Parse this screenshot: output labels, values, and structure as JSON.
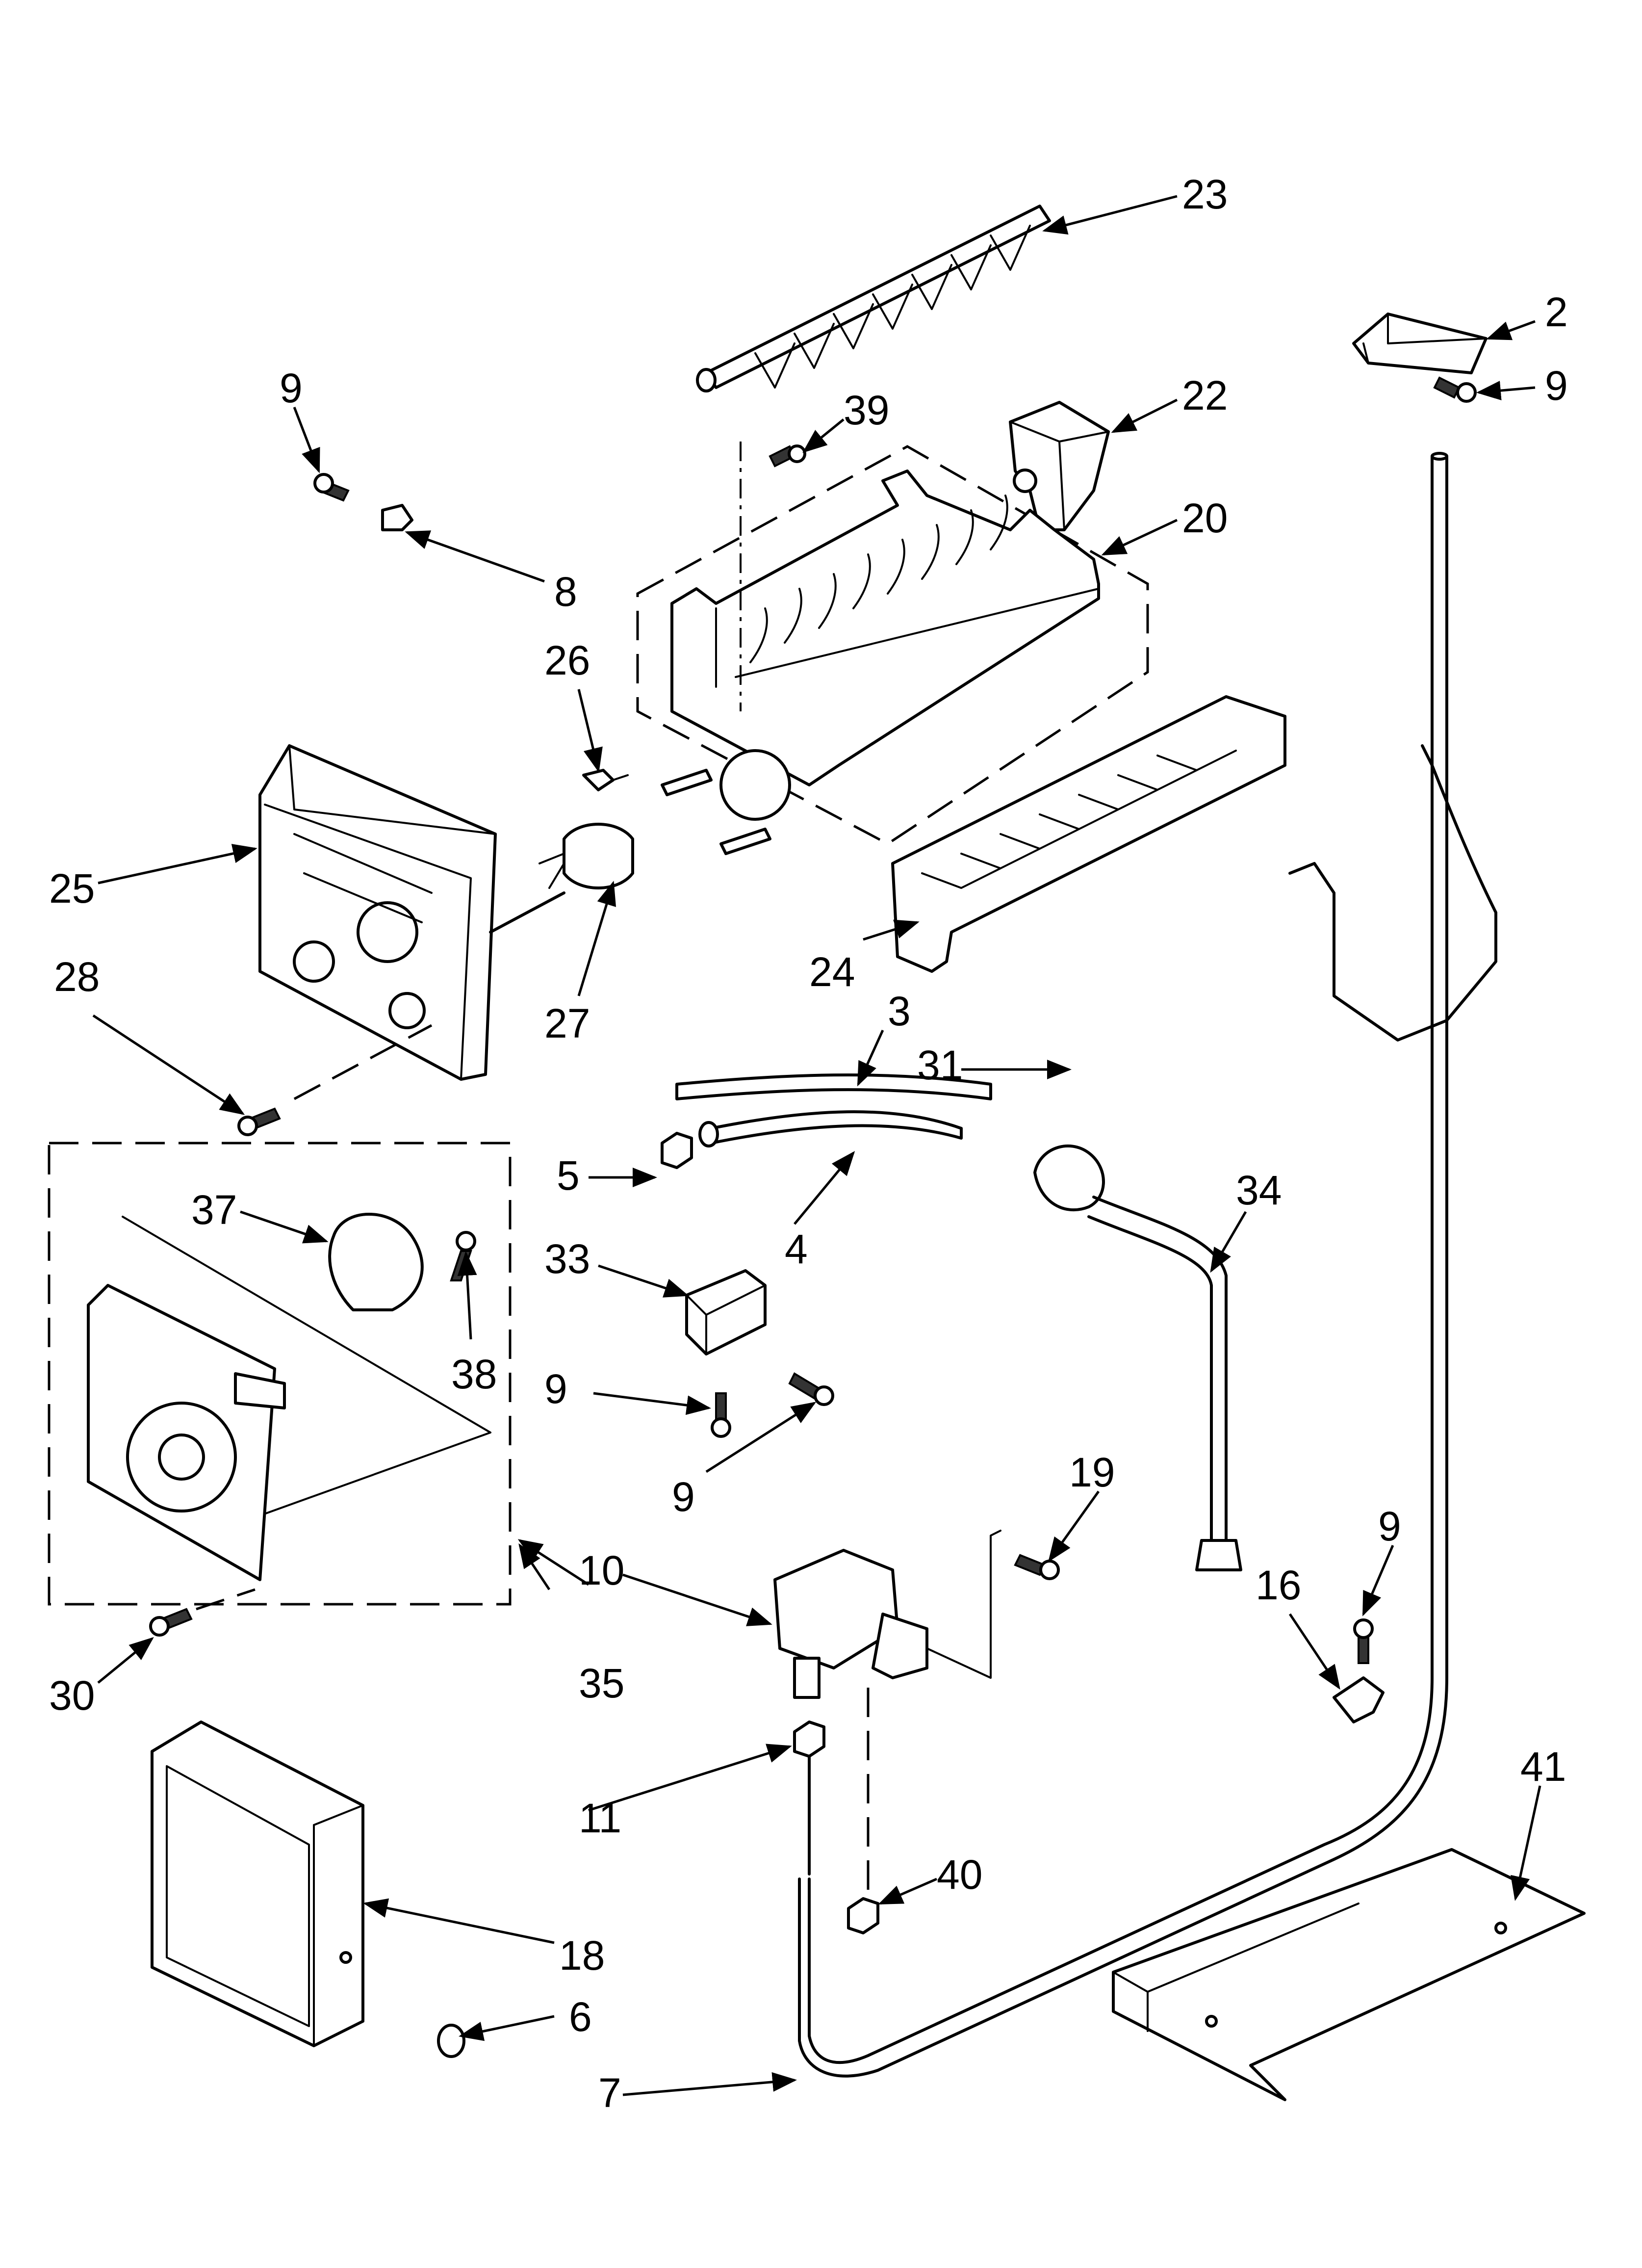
{
  "callouts": {
    "c2": "2",
    "c3": "3",
    "c4": "4",
    "c5": "5",
    "c6": "6",
    "c7": "7",
    "c8": "8",
    "c9a": "9",
    "c9b": "9",
    "c9c": "9",
    "c9d": "9",
    "c9e": "9",
    "c10": "10",
    "c11": "11",
    "c16": "16",
    "c18": "18",
    "c19": "19",
    "c20": "20",
    "c22": "22",
    "c23": "23",
    "c24": "24",
    "c25": "25",
    "c26": "26",
    "c27": "27",
    "c28": "28",
    "c30": "30",
    "c31": "31",
    "c33": "33",
    "c34": "34",
    "c35": "35",
    "c37": "37",
    "c38": "38",
    "c39": "39",
    "c40": "40",
    "c41": "41"
  },
  "arrowhead_color": "#000000",
  "line_color": "#000000",
  "background_color": "#ffffff"
}
